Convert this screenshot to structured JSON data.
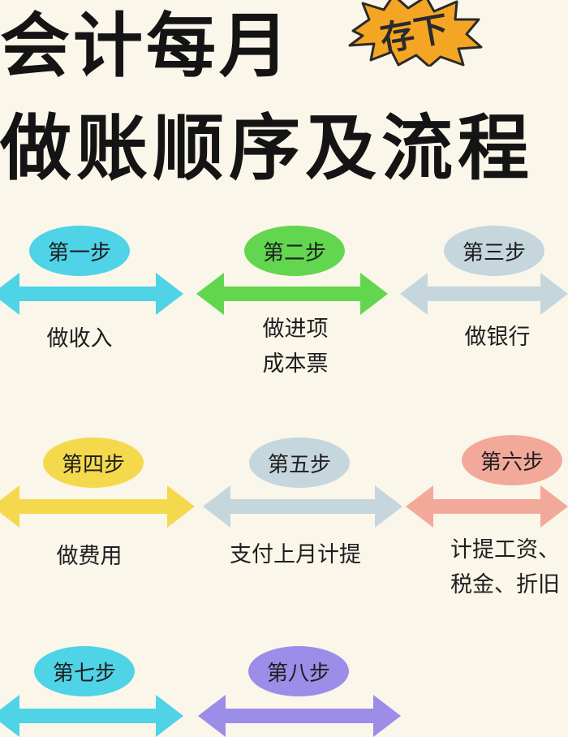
{
  "title": {
    "line1": "会计每月",
    "line2": "做账顺序及流程"
  },
  "badge": {
    "text": "存下",
    "color": "#f5a524"
  },
  "steps": [
    {
      "label": "第一步",
      "text": "做收入",
      "color": "#4fd3e6"
    },
    {
      "label": "第二步",
      "text": "做进项\n成本票",
      "color": "#62d64e"
    },
    {
      "label": "第三步",
      "text": "做银行",
      "color": "#c5d6dc"
    },
    {
      "label": "第四步",
      "text": "做费用",
      "color": "#f5d94d"
    },
    {
      "label": "第五步",
      "text": "支付上月计提",
      "color": "#c5d6dc"
    },
    {
      "label": "第六步",
      "text": "计提工资、\n税金、折旧",
      "color": "#f3a99a"
    },
    {
      "label": "第七步",
      "text": "",
      "color": "#4fd3e6"
    },
    {
      "label": "第八步",
      "text": "",
      "color": "#9b8de8"
    }
  ]
}
